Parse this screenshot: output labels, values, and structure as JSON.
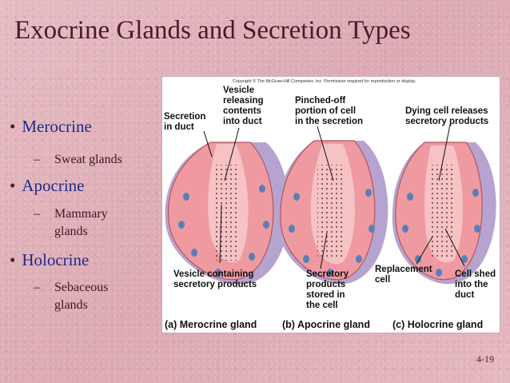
{
  "slide": {
    "title": "Exocrine Glands and Secretion Types",
    "page_number": "4-19"
  },
  "bullets": [
    {
      "label": "Merocrine",
      "sub": [
        "Sweat glands"
      ]
    },
    {
      "label": "Apocrine",
      "sub": [
        "Mammary",
        "glands"
      ]
    },
    {
      "label": "Holocrine",
      "sub": [
        "Sebaceous",
        "glands"
      ]
    }
  ],
  "figure": {
    "copyright": "Copyright © The McGraw-Hill Companies, Inc. Permission required for reproduction or display.",
    "labels": {
      "secretion_duct": [
        "Secretion",
        "in duct"
      ],
      "vesicle_release": [
        "Vesicle",
        "releasing",
        "contents",
        "into duct"
      ],
      "pinched_off": [
        "Pinched-off",
        "portion of cell",
        "in the secretion"
      ],
      "dying_cell": [
        "Dying cell releases",
        "secretory products"
      ],
      "vesicle_containing": [
        "Vesicle containing",
        "secretory products"
      ],
      "secretory_products": [
        "Secretory",
        "products",
        "stored in",
        "the cell"
      ],
      "replacement_cell": [
        "Replacement",
        "cell"
      ],
      "cell_shed": [
        "Cell shed",
        "into the",
        "duct"
      ]
    },
    "captions": [
      "(a) Merocrine gland",
      "(b) Apocrine gland",
      "(c) Holocrine gland"
    ]
  }
}
